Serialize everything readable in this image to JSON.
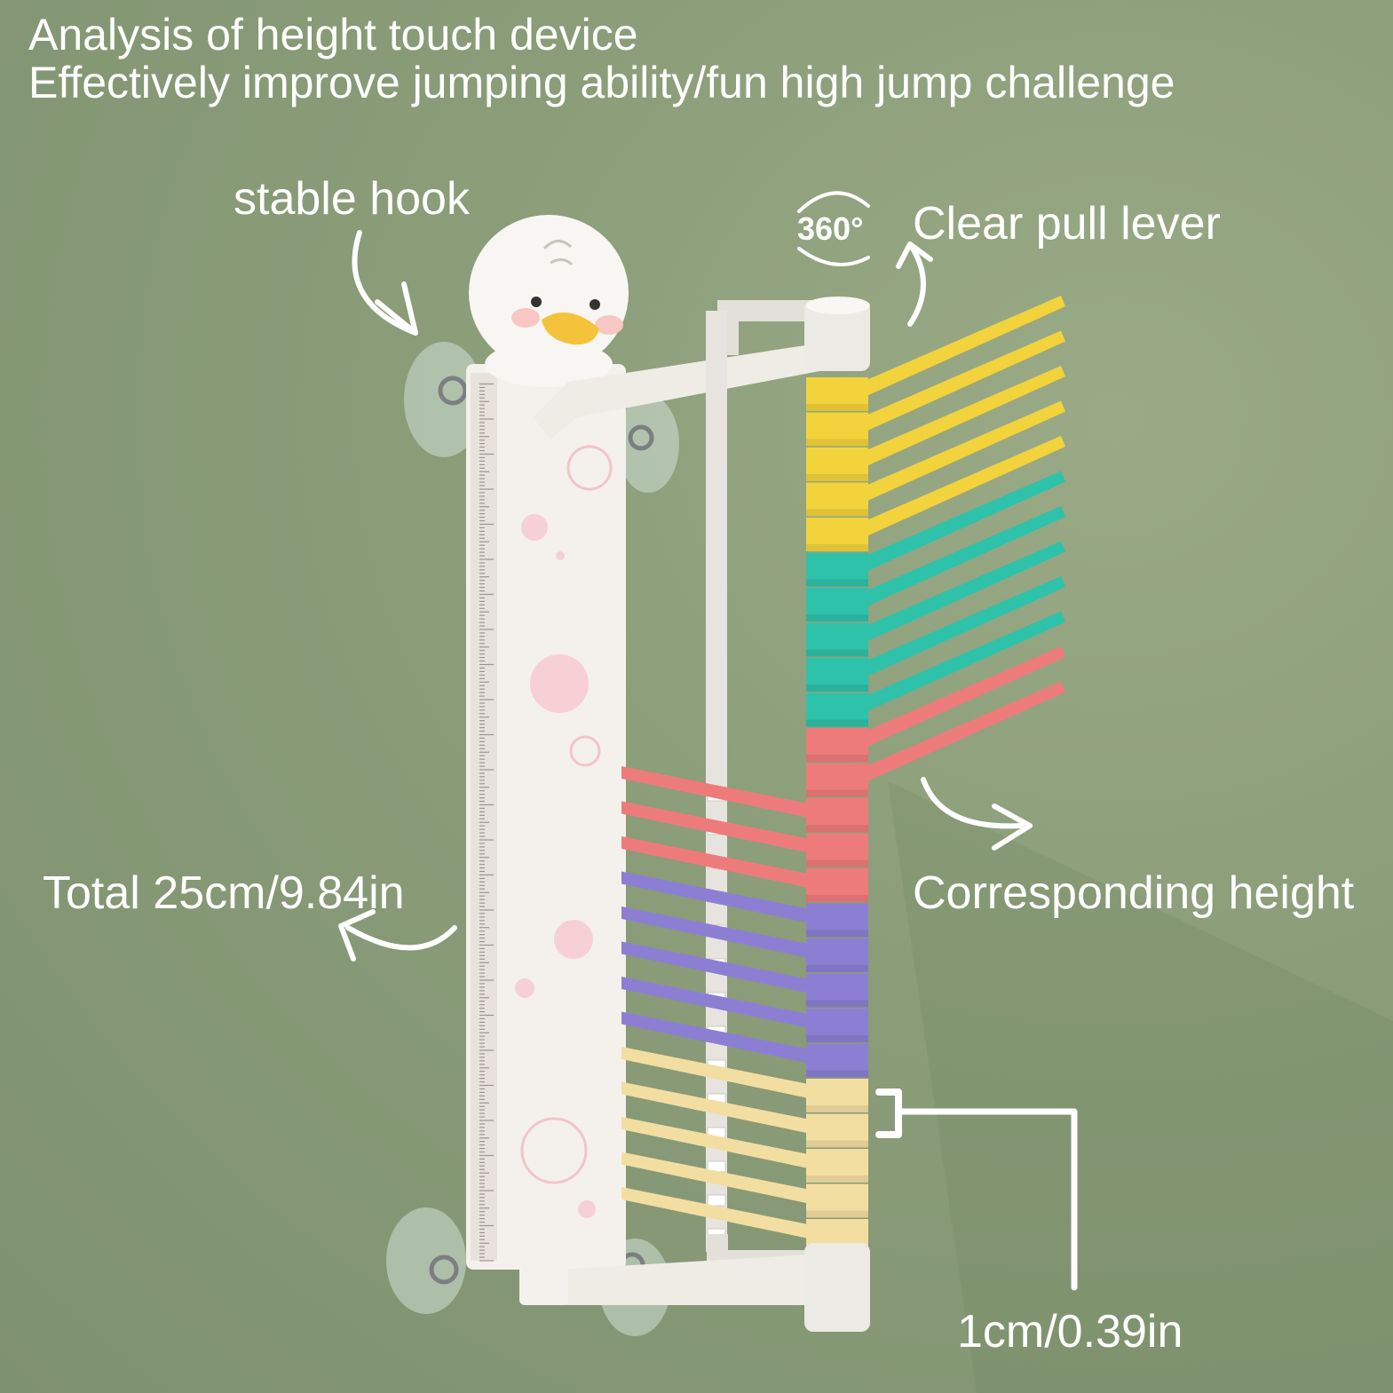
{
  "header": {
    "title_line1": "Analysis of height touch device",
    "title_line2": "Effectively improve jumping ability/fun high jump challenge"
  },
  "callouts": {
    "stable_hook": "stable hook",
    "clear_pull_lever": "Clear pull lever",
    "rotation_badge": "360°",
    "total_length": "Total 25cm/9.84in",
    "corresponding_height": "Corresponding height",
    "step": "1cm/0.39in"
  },
  "device": {
    "lever_groups": [
      {
        "color": "yellow",
        "hex": "#f2d33c"
      },
      {
        "color": "teal",
        "hex": "#2fc2aa"
      },
      {
        "color": "coral",
        "hex": "#ee7b7b"
      },
      {
        "color": "purple",
        "hex": "#8c7fd3"
      },
      {
        "color": "cream",
        "hex": "#f3dea2"
      }
    ]
  },
  "colors": {
    "background": "#8a9c78",
    "text": "#ffffff"
  }
}
